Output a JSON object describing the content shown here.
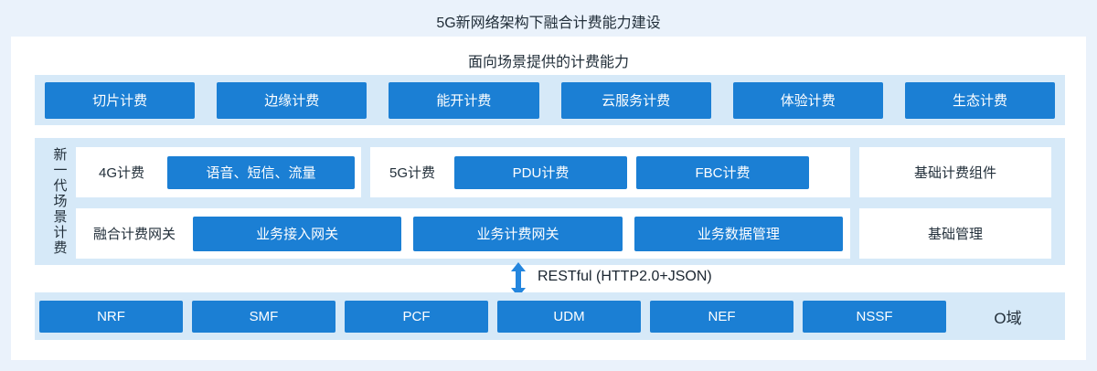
{
  "title": "5G新网络架构下融合计费能力建设",
  "capability_section": {
    "heading": "面向场景提供的计费能力",
    "buttons": [
      "切片计费",
      "边缘计费",
      "能开计费",
      "云服务计费",
      "体验计费",
      "生态计费"
    ]
  },
  "scenario_section": {
    "vertical_label": "新一代场景计费",
    "row_4g5g": {
      "group_4g": {
        "label": "4G计费",
        "button": "语音、短信、流量"
      },
      "group_5g": {
        "label": "5G计费",
        "buttons": [
          "PDU计费",
          "FBC计费"
        ]
      },
      "side_box": "基础计费组件"
    },
    "row_gateway": {
      "label": "融合计费网关",
      "buttons": [
        "业务接入网关",
        "业务计费网关",
        "业务数据管理"
      ],
      "side_box": "基础管理"
    }
  },
  "connector": {
    "label": "RESTful (HTTP2.0+JSON)"
  },
  "network_section": {
    "buttons": [
      "NRF",
      "SMF",
      "PCF",
      "UDM",
      "NEF",
      "NSSF"
    ],
    "domain_label": "O域"
  },
  "colors": {
    "button_blue": "#1B7FD4",
    "band_light_blue": "#D6E9F8",
    "page_background": "#EAF2FB",
    "arrow_blue": "#2486DE",
    "text_dark": "#222F3A"
  }
}
